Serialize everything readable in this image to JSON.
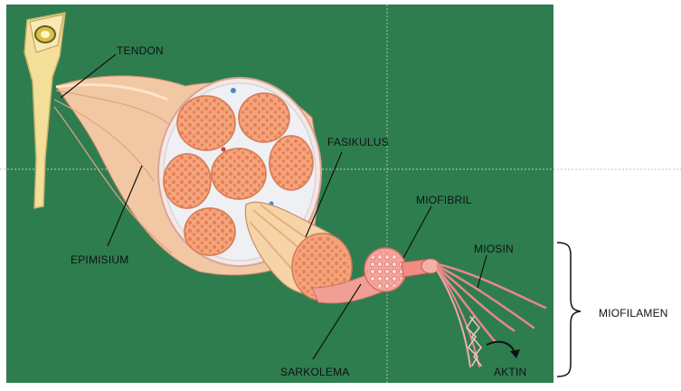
{
  "labels": {
    "tendon": "TENDON",
    "epimisium": "EPIMISIUM",
    "fasikulus": "FASIKULUS",
    "miofibril": "MIOFIBRIL",
    "miosin": "MIOSIN",
    "sarkolema": "SARKOLEMA",
    "aktin": "AKTIN",
    "miofilamen": "MIOFILAMEN"
  },
  "colors": {
    "background": "#2e7d4f",
    "tendon": "#f4e2a0",
    "muscle_outer": "#f2c7a4",
    "muscle_fiber": "#ef9f78",
    "fascicle_cell": "#f4a57c",
    "fascicle_dot": "#e8805a",
    "myofibril": "#f28d86",
    "filament": "#e9878a"
  },
  "icons": [
    "curved-arrow-icon"
  ]
}
